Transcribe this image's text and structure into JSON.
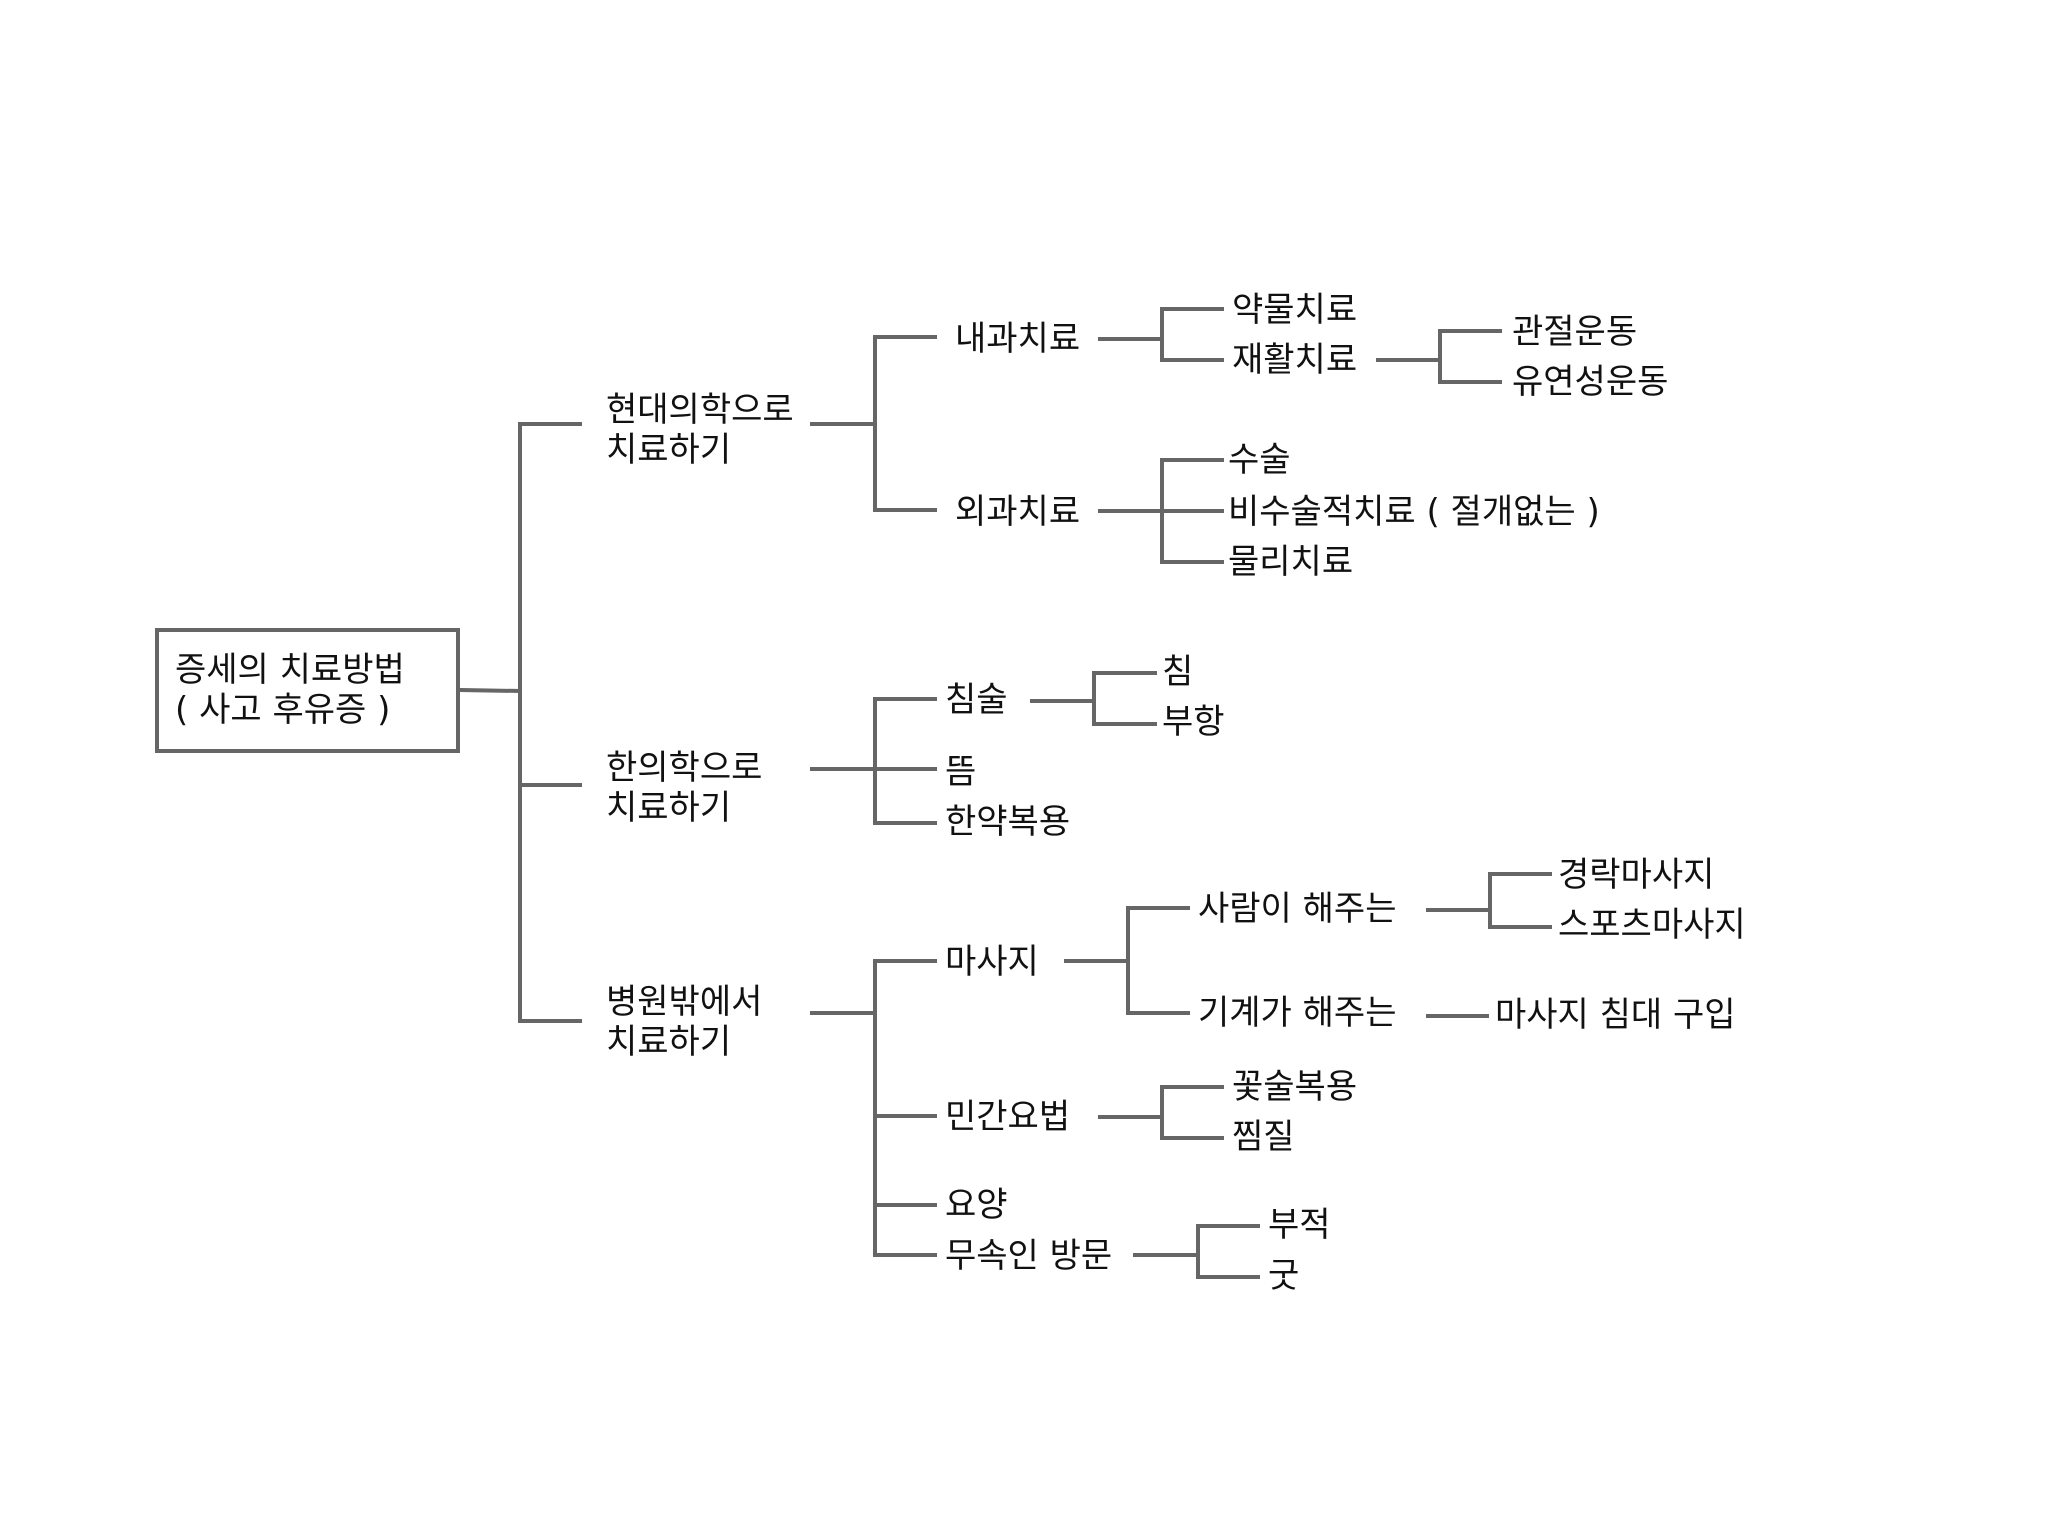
{
  "colors": {
    "line": "#666666",
    "text": "#111111",
    "background": "#ffffff"
  },
  "root": {
    "line1": "증세의 치료방법",
    "line2": "( 사고 후유증 )"
  },
  "branches": {
    "modern": {
      "line1": "현대의학으로",
      "line2": "치료하기",
      "internal": {
        "label": "내과치료",
        "drug": "약물치료",
        "rehab": "재활치료",
        "joint": "관절운동",
        "flex": "유연성운동"
      },
      "surgery": {
        "label": "외과치료",
        "op": "수술",
        "nonop": "비수술적치료 ( 절개없는 )",
        "physio": "물리치료"
      }
    },
    "oriental": {
      "line1": "한의학으로",
      "line2": "치료하기",
      "acu": {
        "label": "침술",
        "needle": "침",
        "cupping": "부항"
      },
      "moxa": "뜸",
      "herbal": "한약복용"
    },
    "outside": {
      "line1": "병원밖에서",
      "line2": "치료하기",
      "massage": {
        "label": "마사지",
        "person": {
          "label": "사람이 해주는",
          "meridian": "경락마사지",
          "sports": "스포츠마사지"
        },
        "machine": {
          "label": "기계가 해주는",
          "bed": "마사지 침대 구입"
        }
      },
      "folk": {
        "label": "민간요법",
        "liquor": "꽃술복용",
        "steam": "찜질"
      },
      "rest": "요양",
      "shaman": {
        "label": "무속인 방문",
        "charm": "부적",
        "gut": "굿"
      }
    }
  }
}
